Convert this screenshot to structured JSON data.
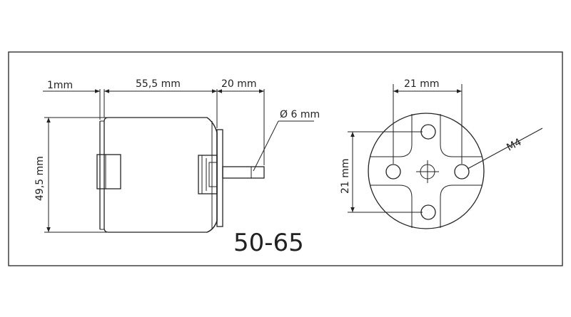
{
  "model": "50-65",
  "dimensions": {
    "front_flange": "1mm",
    "body_length": "55,5 mm",
    "shaft_length": "20 mm",
    "shaft_diameter": "Ø 6 mm",
    "body_diameter": "49,5 mm",
    "hole_spacing_horizontal": "21 mm",
    "hole_spacing_vertical": "21 mm",
    "thread": "M4"
  }
}
